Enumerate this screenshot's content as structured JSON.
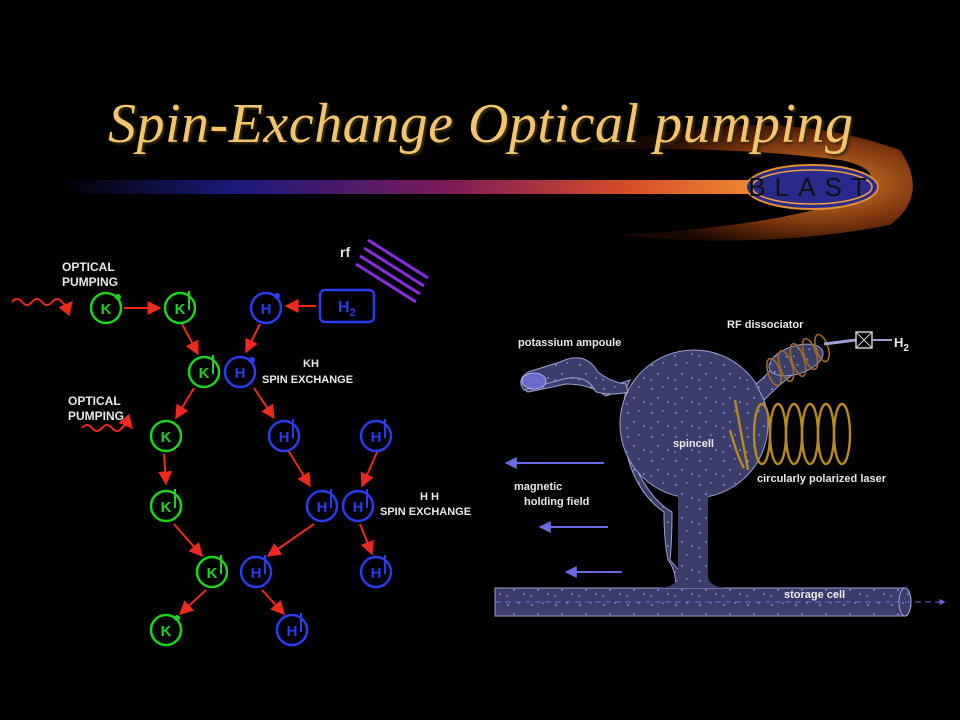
{
  "slide": {
    "title": "Spin-Exchange Optical pumping",
    "logo_text": "BLAST"
  },
  "colors": {
    "title": "#f4c46a",
    "potassium": "#1ed21e",
    "hydrogen": "#2a3cf0",
    "arrow": "#ee2a1e",
    "rf": "#8a2be2",
    "cell": "#3b3d6b",
    "field_arrow": "#6a6ae0"
  },
  "left_diagram": {
    "optical_pumping_1": [
      "OPTICAL",
      "PUMPING"
    ],
    "optical_pumping_2": [
      "OPTICAL",
      "PUMPING"
    ],
    "rf_label": "rf",
    "h2_label": "H",
    "h2_sub": "2",
    "kh_exchange": [
      "KH",
      "SPIN  EXCHANGE"
    ],
    "hh_exchange": [
      "H H",
      "SPIN  EXCHANGE"
    ],
    "k_label": "K",
    "h_label": "H"
  },
  "right_diagram": {
    "potassium_ampoule": "potassium ampoule",
    "rf_dissociator": "RF dissociator",
    "h2_label": "H",
    "h2_sub": "2",
    "spincell": "spincell",
    "laser": "circularly polarized laser",
    "field": [
      "magnetic",
      "holding field"
    ],
    "storage_cell": "storage cell"
  }
}
